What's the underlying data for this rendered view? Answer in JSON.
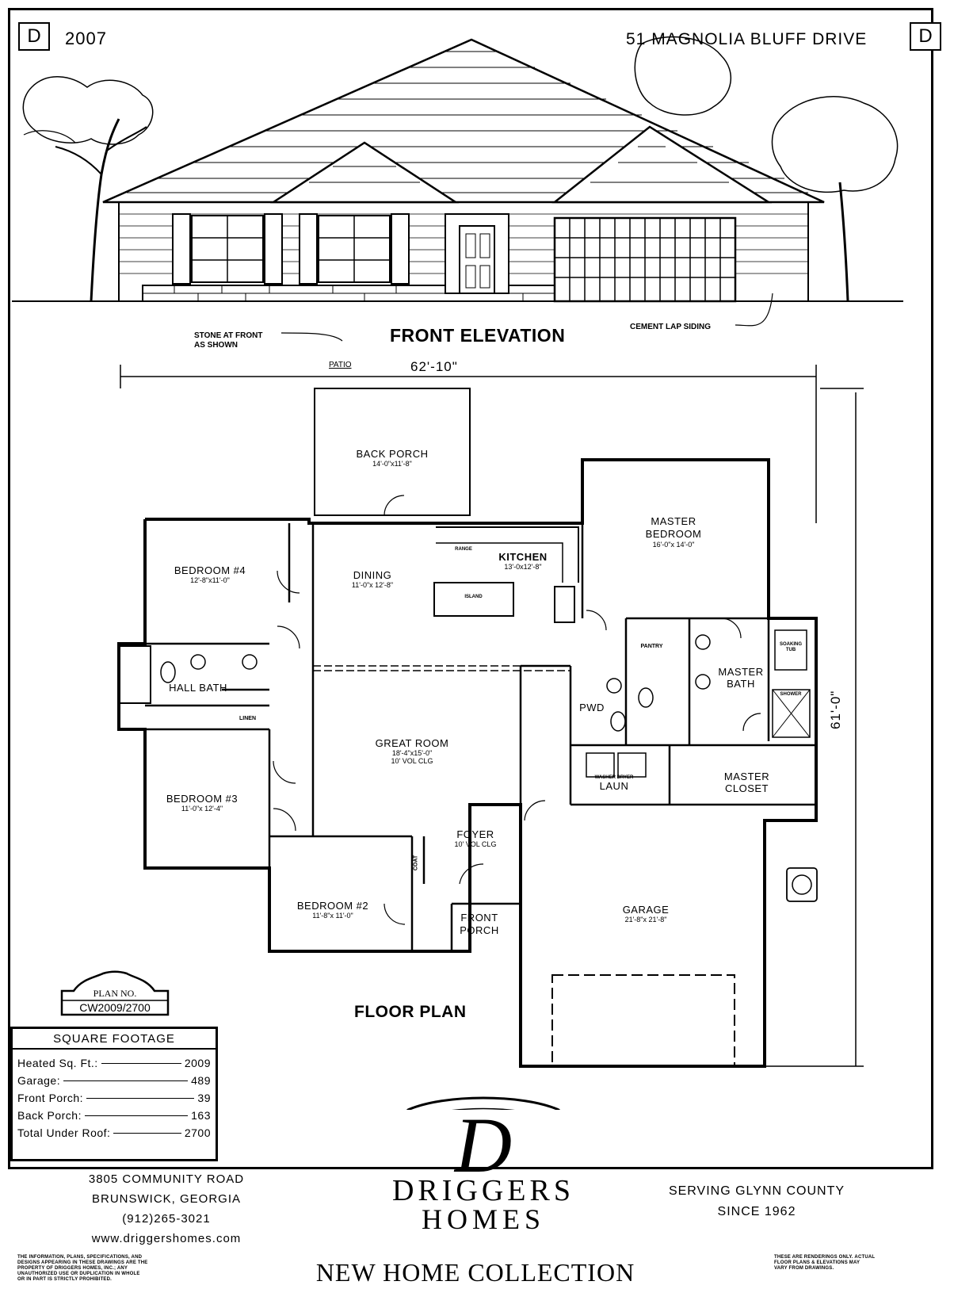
{
  "header": {
    "badge_left": "D",
    "badge_right": "D",
    "year": "2007",
    "address": "51 MAGNOLIA BLUFF DRIVE"
  },
  "elevation": {
    "title": "FRONT ELEVATION",
    "note_stone_1": "STONE AT FRONT",
    "note_stone_2": "AS SHOWN",
    "note_siding": "CEMENT LAP SIDING"
  },
  "plan": {
    "title": "FLOOR PLAN",
    "width_dim": "62'-10\"",
    "depth_dim": "61'-0\"",
    "patio_label": "PATIO",
    "plan_no_label": "PLAN NO.",
    "plan_no_value": "CW2009/2700",
    "rooms": {
      "back_porch": {
        "name": "BACK PORCH",
        "dims": "14'-0\"x11'-8\""
      },
      "master_bedroom": {
        "name": "MASTER BEDROOM",
        "dims": "16'-0\"x 14'-0\""
      },
      "bedroom4": {
        "name": "BEDROOM #4",
        "dims": "12'-8\"x11'-0\""
      },
      "dining": {
        "name": "DINING",
        "dims": "11'-0\"x 12'-8\""
      },
      "kitchen": {
        "name": "KITCHEN",
        "dims": "13'-0x12'-8\""
      },
      "island": {
        "name": "ISLAND"
      },
      "range": {
        "name": "RANGE"
      },
      "hall_bath": {
        "name": "HALL BATH"
      },
      "linen": {
        "name": "LINEN"
      },
      "pantry": {
        "name": "PANTRY"
      },
      "pwd": {
        "name": "PWD"
      },
      "master_bath": {
        "name": "MASTER BATH"
      },
      "soaking_tub": {
        "name": "SOAKING TUB"
      },
      "shower": {
        "name": "SHOWER"
      },
      "great_room": {
        "name": "GREAT ROOM",
        "dims": "18'-4\"x15'-0\"",
        "ceiling": "10' VOL CLG"
      },
      "laun": {
        "name": "LAUN",
        "note": "WASHER DRYER"
      },
      "master_closet": {
        "name": "MASTER CLOSET"
      },
      "bedroom3": {
        "name": "BEDROOM #3",
        "dims": "11'-0\"x 12'-4\""
      },
      "foyer": {
        "name": "FOYER",
        "ceiling": "10' VOL CLG"
      },
      "coat": {
        "name": "COAT"
      },
      "bedroom2": {
        "name": "BEDROOM #2",
        "dims": "11'-8\"x 11'-0\""
      },
      "front_porch": {
        "name": "FRONT PORCH"
      },
      "garage": {
        "name": "GARAGE",
        "dims": "21'-8\"x 21'-8\""
      }
    }
  },
  "square_footage": {
    "title": "SQUARE FOOTAGE",
    "rows": [
      {
        "label": "Heated Sq. Ft.:",
        "value": "2009"
      },
      {
        "label": "Garage:",
        "value": "489"
      },
      {
        "label": "Front Porch:",
        "value": "39"
      },
      {
        "label": "Back Porch:",
        "value": "163"
      },
      {
        "label": "Total Under Roof:",
        "value": "2700"
      }
    ]
  },
  "company": {
    "monogram": "D",
    "name_line1": "DRIGGERS",
    "name_line2": "HOMES",
    "address1": "3805 COMMUNITY ROAD",
    "address2": "BRUNSWICK, GEORGIA",
    "phone": "(912)265-3021",
    "website": "www.driggershomes.com",
    "serving1": "SERVING GLYNN COUNTY",
    "serving2": "SINCE 1962",
    "collection": "NEW HOME COLLECTION",
    "disclaimer_left_1": "THE INFORMATION, PLANS, SPECIFICATIONS, AND",
    "disclaimer_left_2": "DESIGNS APPEARING IN THESE DRAWINGS ARE THE",
    "disclaimer_left_3": "PROPERTY OF DRIGGERS HOMES, INC.; ANY",
    "disclaimer_left_4": "UNAUTHORIZED USE OR DUPLICATION IN WHOLE",
    "disclaimer_left_5": "OR IN PART IS STRICTLY PROHIBITED.",
    "disclaimer_right_1": "THESE ARE RENDERINGS ONLY. ACTUAL",
    "disclaimer_right_2": "FLOOR PLANS & ELEVATIONS MAY",
    "disclaimer_right_3": "VARY FROM DRAWINGS."
  }
}
